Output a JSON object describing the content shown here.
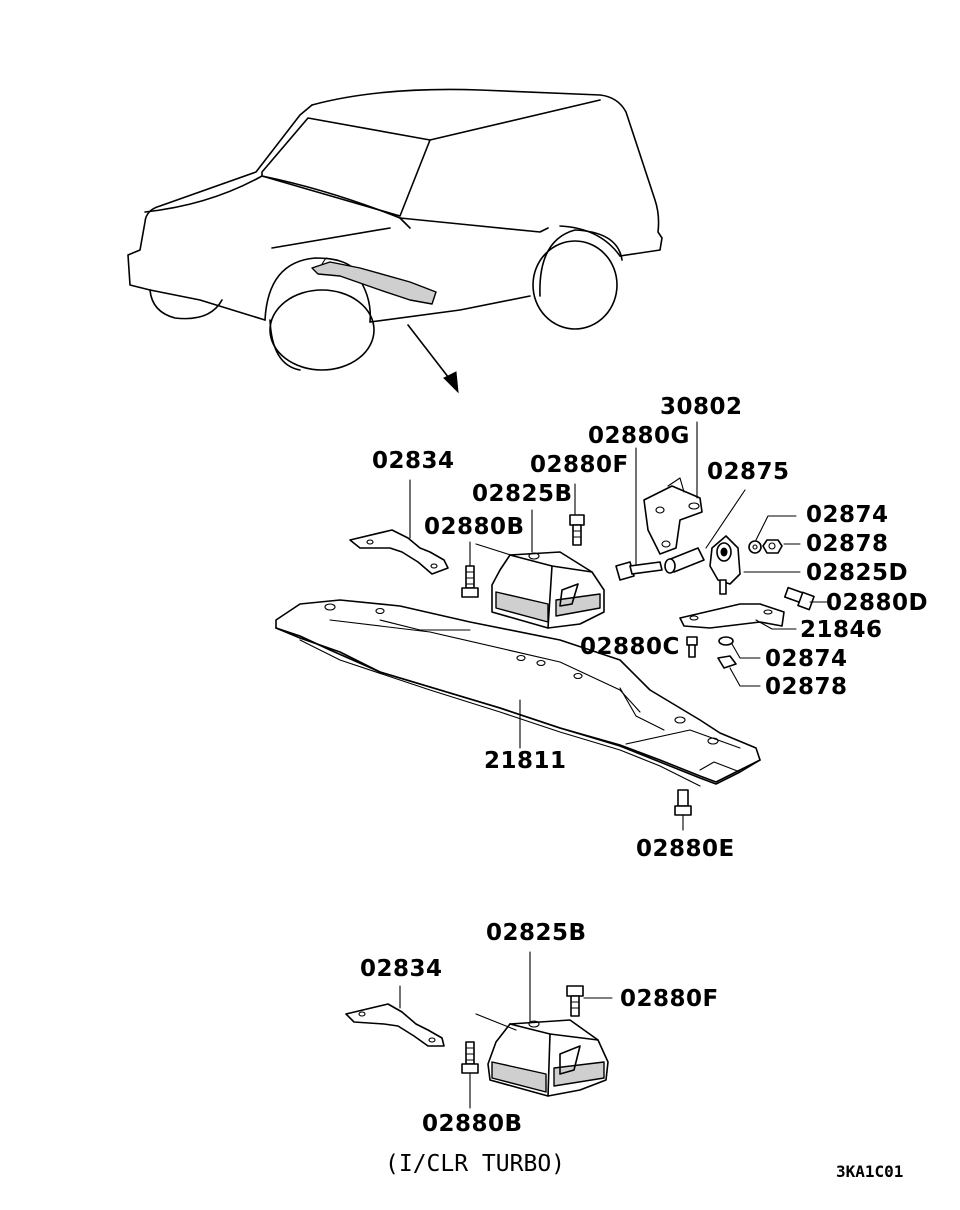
{
  "labels": {
    "p30802": "30802",
    "p02880G": "02880G",
    "p02875": "02875",
    "p02834": "02834",
    "p02880F": "02880F",
    "p02825B": "02825B",
    "p02880B": "02880B",
    "p02874a": "02874",
    "p02878a": "02878",
    "p02825D": "02825D",
    "p02880D": "02880D",
    "p21846": "21846",
    "p02880C": "02880C",
    "p02874b": "02874",
    "p02878b": "02878",
    "p21811": "21811",
    "p02880E": "02880E",
    "inset_02825B": "02825B",
    "inset_02834": "02834",
    "inset_02880F": "02880F",
    "inset_02880B": "02880B"
  },
  "caption": "(I/CLR TURBO)",
  "diagram_code": "3KA1C01"
}
